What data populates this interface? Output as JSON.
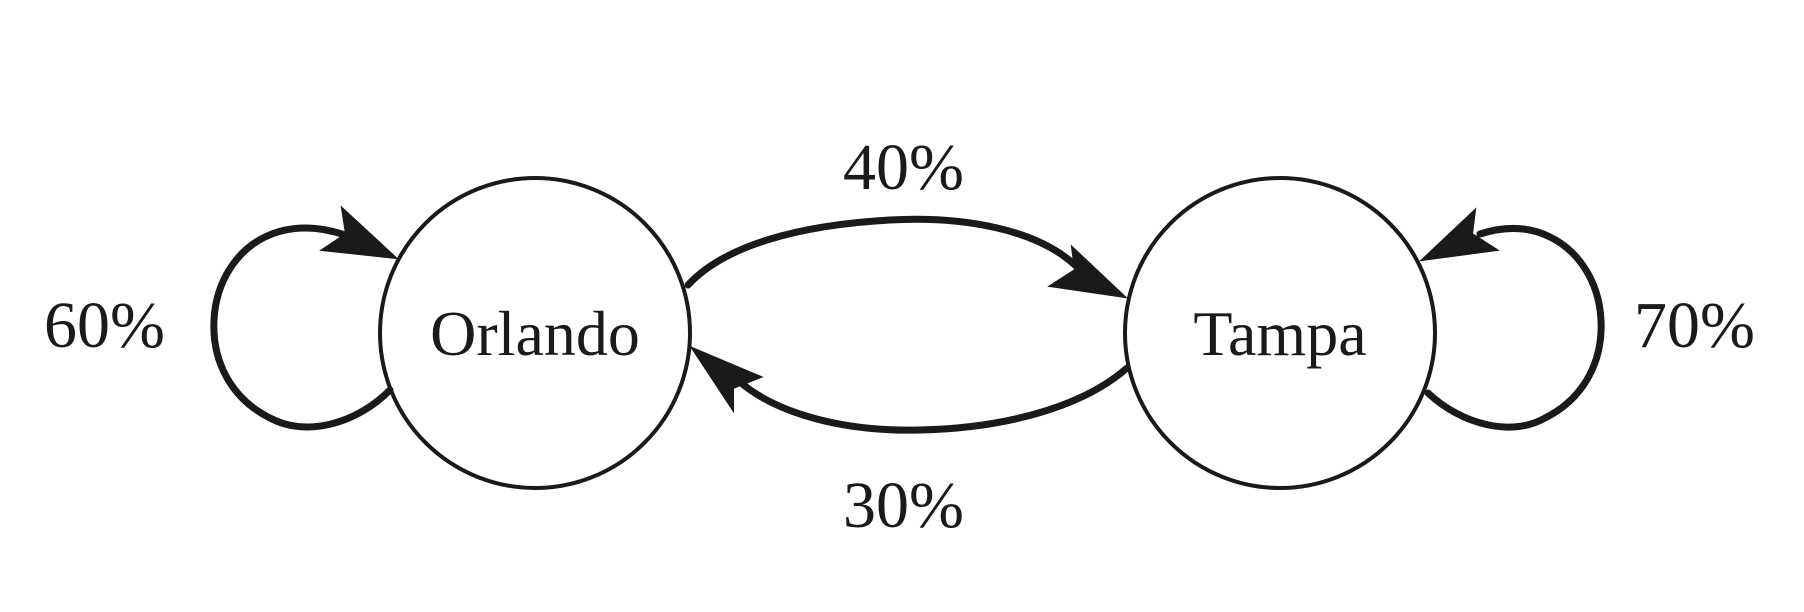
{
  "nodes": [
    {
      "id": "orlando",
      "label": "Orlando"
    },
    {
      "id": "tampa",
      "label": "Tampa"
    }
  ],
  "edges": [
    {
      "from": "orlando",
      "to": "orlando",
      "label": "60%"
    },
    {
      "from": "orlando",
      "to": "tampa",
      "label": "40%"
    },
    {
      "from": "tampa",
      "to": "orlando",
      "label": "30%"
    },
    {
      "from": "tampa",
      "to": "tampa",
      "label": "70%"
    }
  ],
  "colors": {
    "ink": "#1a1a1a",
    "background": "#ffffff"
  }
}
